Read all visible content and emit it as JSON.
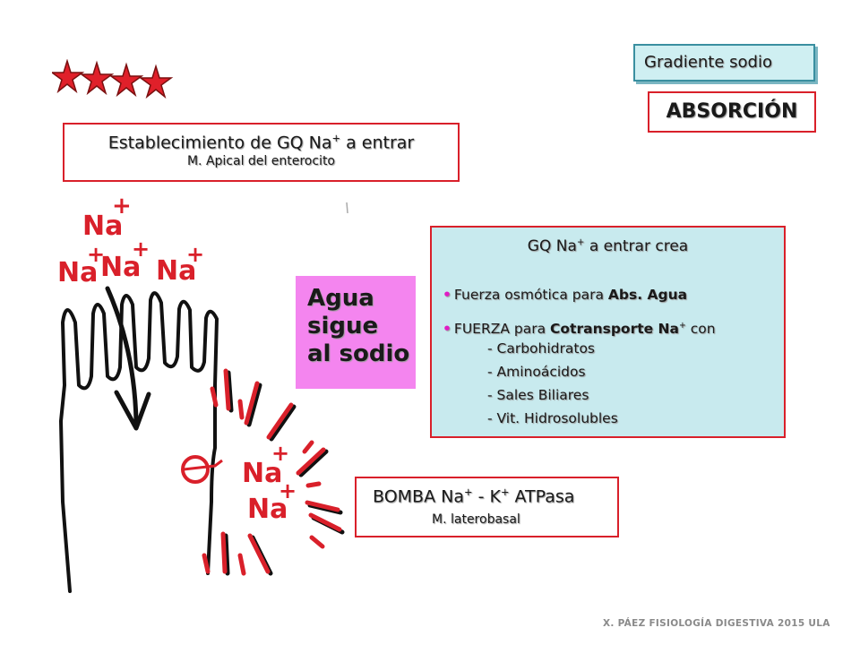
{
  "gradient_label": "Gradiente sodio",
  "absorption_label": "ABSORCIÓN",
  "gq_box": {
    "title_pre": "Establecimiento de GQ Na",
    "title_sup": "+",
    "title_post": " a entrar",
    "subtitle": "M. Apical del enterocito"
  },
  "water_box": {
    "lines": [
      "Agua",
      "sigue",
      "al sodio"
    ]
  },
  "info_box": {
    "title_pre": "GQ Na",
    "title_sup": "+",
    "title_post": " a entrar crea",
    "bullet1_pre": "Fuerza osmótica para ",
    "bullet1_bold": "Abs. Agua",
    "bullet2_pre": "FUERZA",
    "bullet2_mid": " para ",
    "bullet2_bold": "Cotransporte Na",
    "bullet2_sup": "+",
    "bullet2_post": " con",
    "sub_items": [
      "- Carbohidratos",
      "- Aminoácidos",
      "- Sales Biliares",
      "- Vit. Hidrosolubles"
    ]
  },
  "pump_box": {
    "t1": "BOMBA Na",
    "sup1": "+",
    "t2": " - K",
    "sup2": "+",
    "t3": " ATPasa",
    "subtitle": "M. laterobasal"
  },
  "drawing_labels": {
    "na": "Na",
    "plus": "+"
  },
  "footer": "X. PÁEZ   FISIOLOGÍA DIGESTIVA 2015  ULA",
  "colors": {
    "red": "#d9202a",
    "cyan_fill": "#c8eaee",
    "pink_fill": "#f485ef",
    "bullet": "#e01cc4"
  }
}
